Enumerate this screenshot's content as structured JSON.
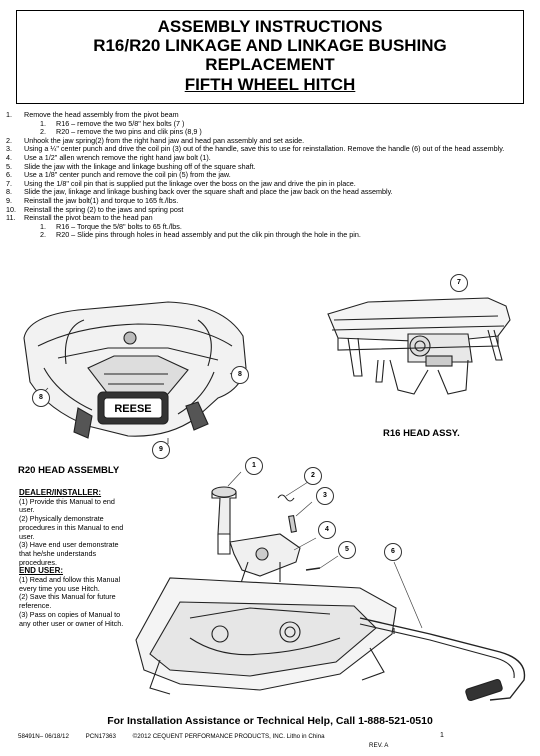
{
  "title": {
    "line1": "ASSEMBLY INSTRUCTIONS",
    "line2": "R16/R20 LINKAGE AND LINKAGE BUSHING",
    "line3": "REPLACEMENT",
    "line4": "FIFTH WHEEL HITCH"
  },
  "steps": [
    {
      "num": "1.",
      "text": "Remove the head assembly from the pivot beam"
    },
    {
      "num": "1.",
      "text": "R16 – remove the two 5/8\" hex bolts (7 )",
      "sub": true
    },
    {
      "num": "2.",
      "text": "R20 – remove the two pins and clik pins (8,9 )",
      "sub": true
    },
    {
      "num": "2.",
      "text": "Unhook the jaw spring(2) from the right hand jaw and head pan assembly and set aside."
    },
    {
      "num": "3.",
      "text": "Using a ¼\" center punch and drive the coil pin (3) out of the handle, save this to use for reinstallation.  Remove the handle (6) out of the head assembly."
    },
    {
      "num": "4.",
      "text": "Use a 1/2\" allen wrench remove the right hand jaw bolt (1)."
    },
    {
      "num": "5.",
      "text": "Slide the jaw with the linkage and linkage bushing off of the square shaft."
    },
    {
      "num": "6.",
      "text": "Use a 1/8\" center punch and remove the coil pin (5) from the jaw."
    },
    {
      "num": "7.",
      "text": "Using the 1/8\" coil pin that is supplied put the linkage over the boss on the jaw and drive the pin in place."
    },
    {
      "num": "8.",
      "text": "Slide the jaw, linkage and linkage bushing back over the square shaft and place the jaw back on the head assembly."
    },
    {
      "num": "9.",
      "text": "Reinstall the jaw bolt(1) and torque to 165 ft./lbs."
    },
    {
      "num": "10.",
      "text": "Reinstall the spring (2) to the jaws and spring post"
    },
    {
      "num": "11.",
      "text": "Reinstall the pivot beam to the head pan"
    },
    {
      "num": "1.",
      "text": "R16 – Torque the 5/8\" bolts to 65 ft./lbs.",
      "sub": true
    },
    {
      "num": "2.",
      "text": "R20 – Slide pins through holes in head assembly and put the clik pin through the hole in the pin.",
      "sub": true
    }
  ],
  "figures": {
    "r16_label": "R16 HEAD ASSY.",
    "r20_label": "R20 HEAD ASSEMBLY",
    "brand_text": "REESE",
    "callouts": {
      "c7": "7",
      "c8a": "8",
      "c8b": "8",
      "c9": "9",
      "c1": "1",
      "c2": "2",
      "c3": "3",
      "c4": "4",
      "c5": "5",
      "c6": "6"
    }
  },
  "sidebar": {
    "dealer_header": "DEALER/INSTALLER:",
    "dealer_items": [
      "(1) Provide this Manual to end user.",
      "(2) Physically demonstrate procedures in this Manual to end user.",
      "(3) Have end user demonstrate that he/she understands procedures."
    ],
    "user_header": "END USER:",
    "user_items": [
      "(1) Read and follow this Manual every time you use Hitch.",
      "(2) Save this Manual for future reference.",
      "(3) Pass on copies of Manual to any other user or owner of  Hitch."
    ]
  },
  "footer": {
    "help": "For Installation Assistance or Technical Help, Call 1-888-521-0510",
    "part": "58491N– 06/18/12",
    "pcn": "PCN17363",
    "copyright": "©2012 CEQUENT PERFORMANCE PRODUCTS, INC. Litho in China",
    "page": "1",
    "rev": "REV. A"
  }
}
